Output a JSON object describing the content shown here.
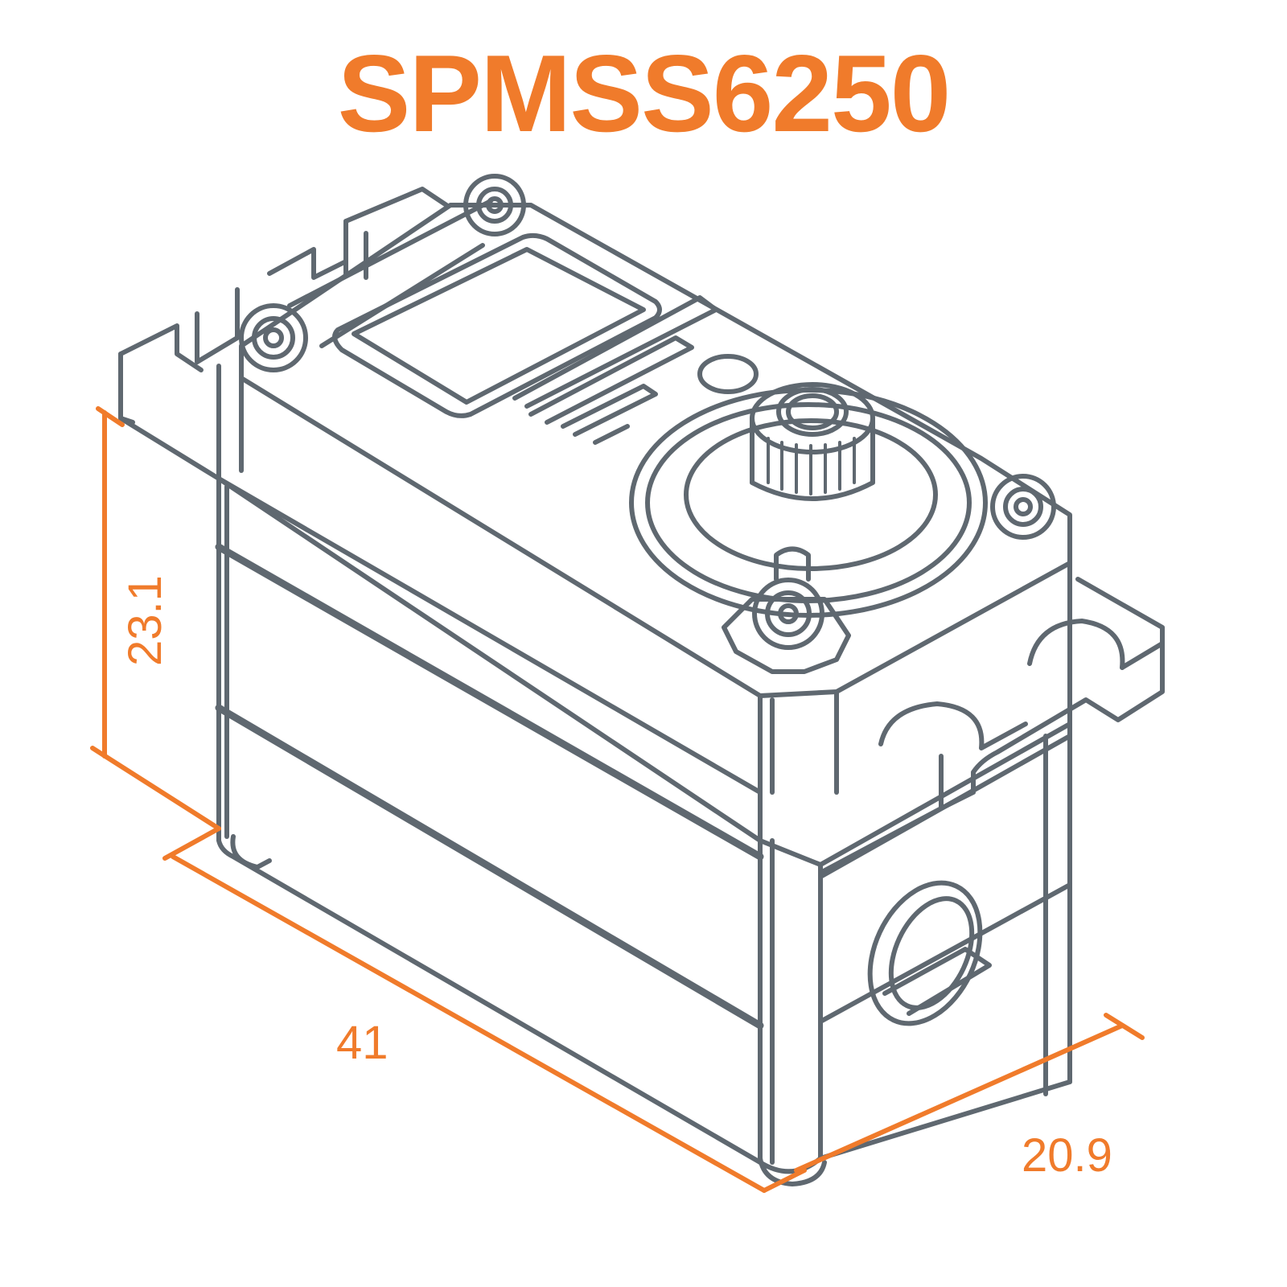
{
  "title": "SPMSS6250",
  "colors": {
    "accent": "#f07b2b",
    "line": "#5f6870",
    "background": "#ffffff"
  },
  "dimensions": {
    "height": "23.1",
    "length": "41",
    "width": "20.9"
  },
  "drawing": {
    "subject": "servo-isometric-outline",
    "parts": [
      "case-body",
      "top-cover",
      "label-plate",
      "output-spline",
      "mounting-tabs",
      "mounting-screws",
      "wire-exit"
    ]
  }
}
